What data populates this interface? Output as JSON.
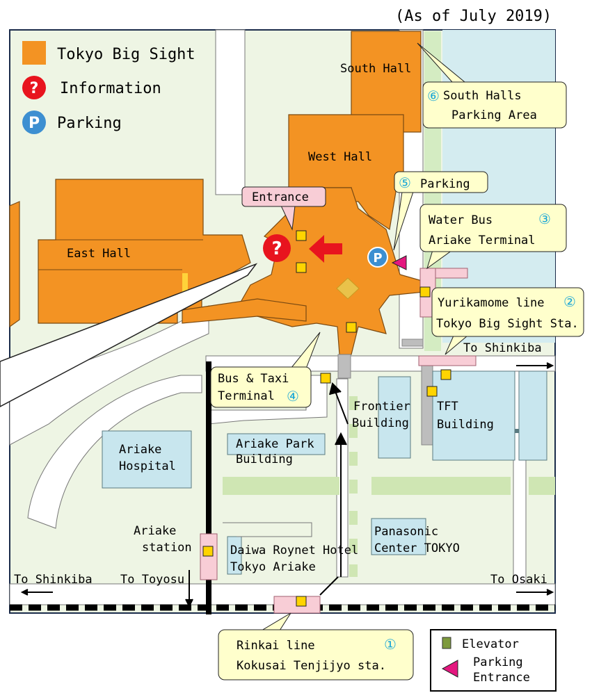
{
  "as_of": "(As of July 2019)",
  "legend": {
    "tokyo_big_sight": "Tokyo Big Sight",
    "information": "Information",
    "parking": "Parking"
  },
  "halls": {
    "south": "South Hall",
    "west": "West Hall",
    "east": "East Hall"
  },
  "callouts": {
    "entrance": "Entrance",
    "south_halls_parking_num": "⑥",
    "south_halls_parking_l1": "South Halls",
    "south_halls_parking_l2": "Parking Area",
    "parking5_num": "⑤",
    "parking5": "Parking",
    "water_bus_l1": "Water Bus",
    "water_bus_num": "③",
    "water_bus_l2": "Ariake Terminal",
    "yurikamome_l1": "Yurikamome line",
    "yurikamome_num": "②",
    "yurikamome_l2": "Tokyo Big Sight Sta.",
    "bus_taxi_l1": "Bus & Taxi",
    "bus_taxi_l2": "Terminal",
    "bus_taxi_num": "④",
    "rinkai_l1": "Rinkai line",
    "rinkai_num": "①",
    "rinkai_l2": "Kokusai Tenjijyo sta."
  },
  "buildings": {
    "frontier_l1": "Frontier",
    "frontier_l2": "Building",
    "tft_l1": "TFT",
    "tft_l2": "Building",
    "ariake_park_l1": "Ariake Park",
    "ariake_park_l2": "Building",
    "ariake_hospital_l1": "Ariake",
    "ariake_hospital_l2": "Hospital",
    "panasonic_l1": "Panasonic",
    "panasonic_l2": "Center TOKYO",
    "daiwa_l1": "Daiwa Roynet Hotel",
    "daiwa_l2": "Tokyo Ariake"
  },
  "stations": {
    "ariake_l1": "Ariake",
    "ariake_l2": "station"
  },
  "directions": {
    "to_shinkiba_top": "To Shinkiba",
    "to_shinkiba_bottom": "To Shinkiba",
    "to_toyosu": "To Toyosu",
    "to_osaki": "To Osaki"
  },
  "map_legend": {
    "elevator": "Elevator",
    "parking_entrance_l1": "Parking",
    "parking_entrance_l2": "Entrance"
  },
  "icons": {
    "information": "information-icon",
    "parking": "parking-icon",
    "elevator": "elevator-icon",
    "parking_entrance": "parking-entrance-triangle-icon"
  },
  "colors": {
    "hall": "#f39323",
    "ground": "#eef5e4",
    "water": "#d4ecf0",
    "building": "#c8e6ee",
    "callout": "#ffffcc",
    "callout_pink": "#f8cdd6",
    "info": "#e8141e",
    "parking": "#3d8fd1",
    "number": "#1aa7d6"
  }
}
